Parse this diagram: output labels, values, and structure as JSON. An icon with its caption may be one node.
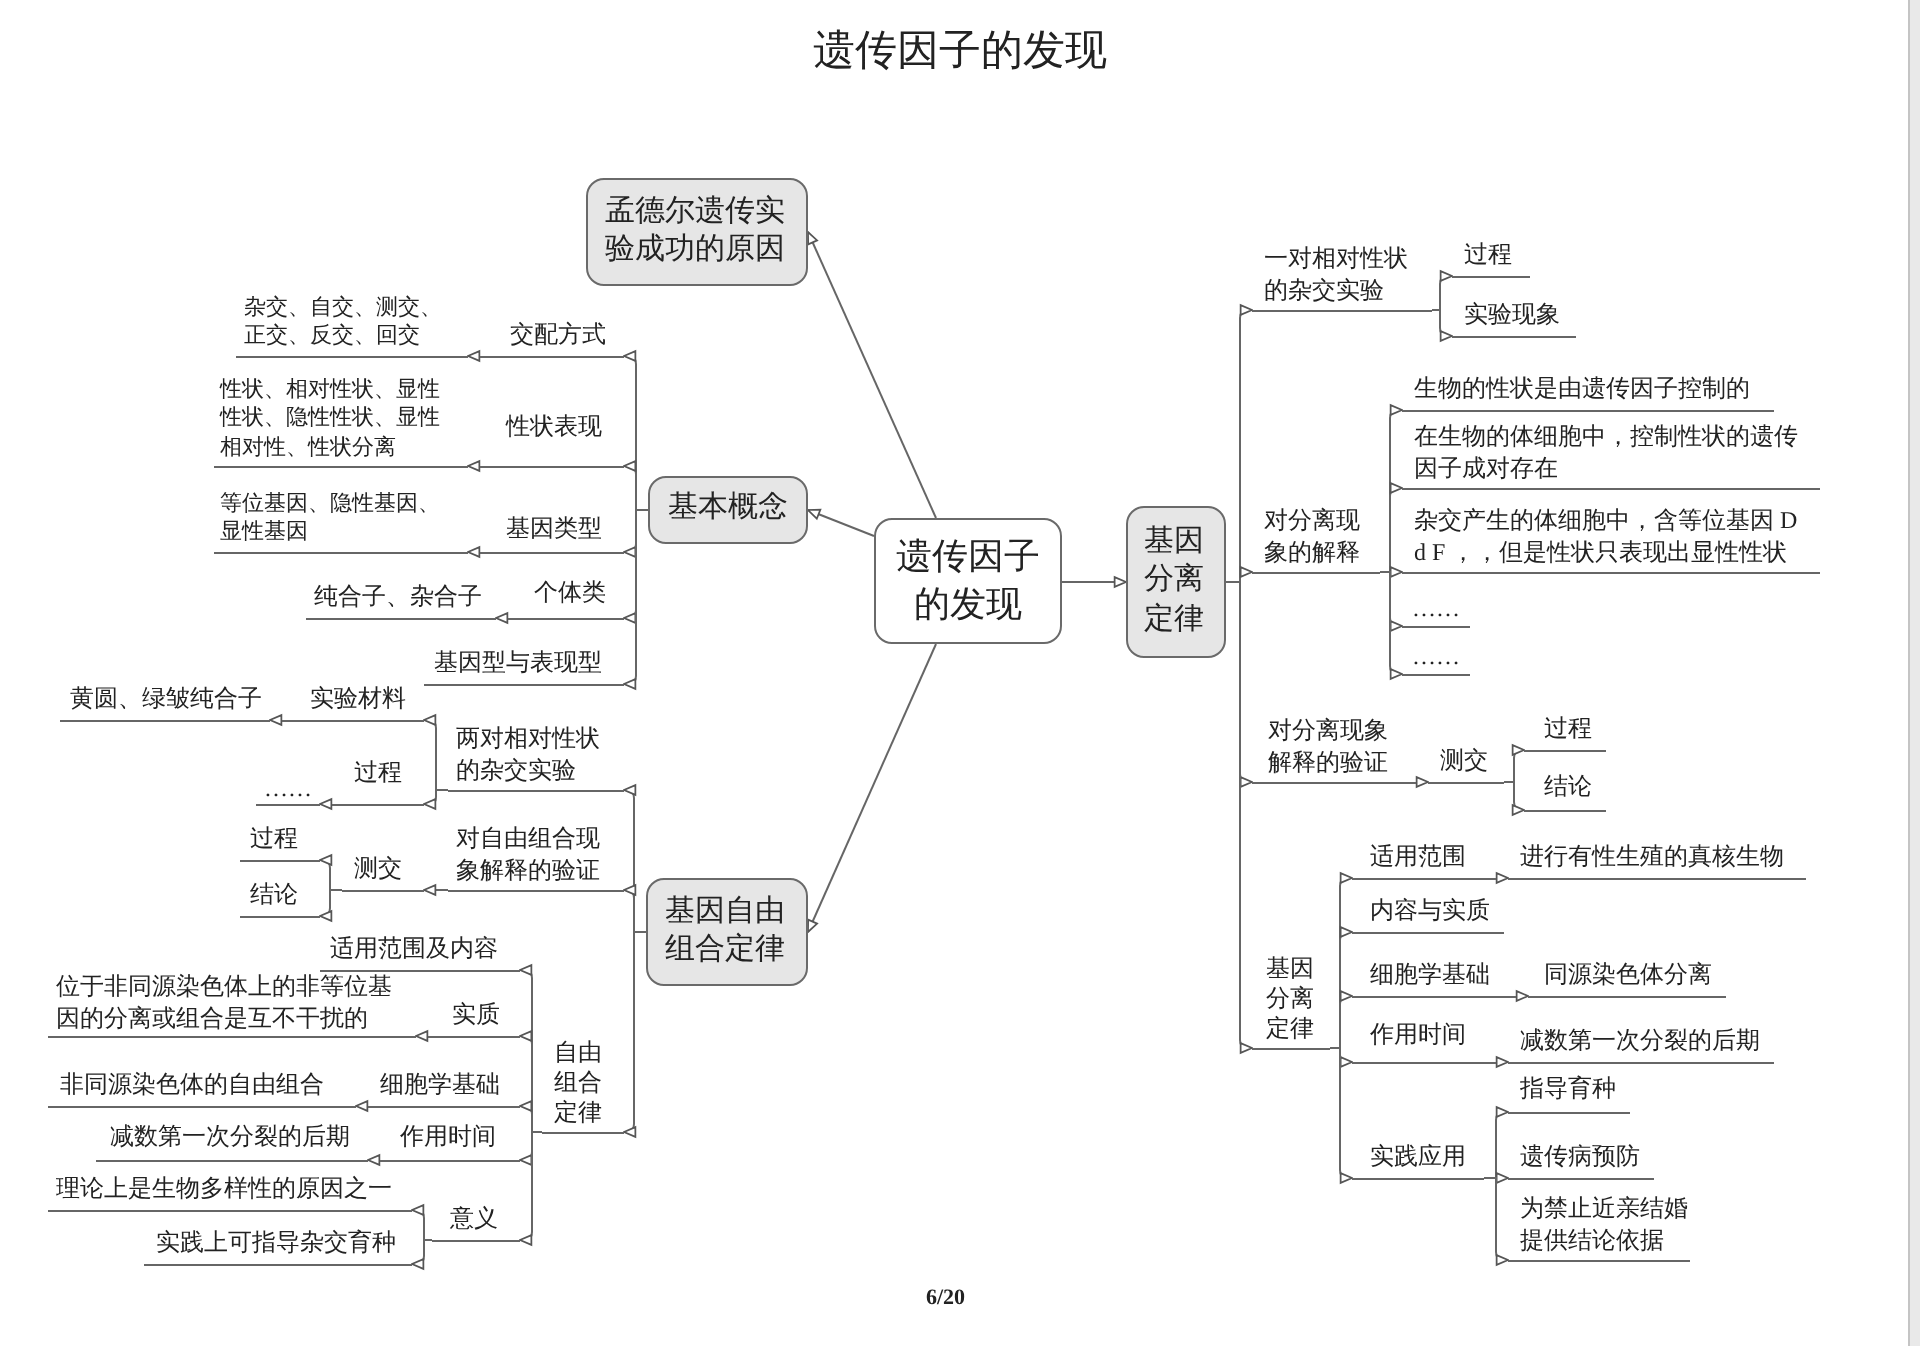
{
  "diagram": {
    "title": "遗传因子的发现",
    "nodes": [
      {
        "text": [
          "遗传因子的发现"
        ]
      },
      {
        "text": [
          "孟德尔遗传实验成功的原因"
        ]
      },
      {
        "text": [
          "基本概念"
        ]
      },
      {
        "text": [
          "交配方式"
        ]
      },
      {
        "text": [
          "杂交、自交、测交、正交、反交、回交"
        ]
      },
      {
        "text": [
          "性状表现"
        ]
      },
      {
        "text": [
          "性状、相对性状、显性性状、隐性性状、显性相对性、性状分离"
        ]
      },
      {
        "text": [
          "基因类型"
        ]
      },
      {
        "text": [
          "等位基因、隐性基因、显性基因"
        ]
      },
      {
        "text": [
          "个体类"
        ]
      },
      {
        "text": [
          "纯合子、杂合子"
        ]
      },
      {
        "text": [
          "基因型与表现型"
        ]
      },
      {
        "text": [
          "基因自由组合定律"
        ]
      },
      {
        "text": [
          "两对相对性状的杂交实验"
        ]
      },
      {
        "text": [
          "实验材料"
        ]
      },
      {
        "text": [
          "黄圆、绿皱纯合子"
        ]
      },
      {
        "text": [
          "过程"
        ]
      },
      {
        "text": [
          "……"
        ]
      },
      {
        "text": [
          "对自由组合现象解释的验证"
        ]
      },
      {
        "text": [
          "测交"
        ]
      },
      {
        "text": [
          "过程"
        ]
      },
      {
        "text": [
          "结论"
        ]
      },
      {
        "text": [
          "自由组合定律"
        ]
      },
      {
        "text": [
          "适用范围及内容"
        ]
      },
      {
        "text": [
          "实质"
        ]
      },
      {
        "text": [
          "位于非同源染色体上的非等位基因的分离或组合是互不干扰的"
        ]
      },
      {
        "text": [
          "细胞学基础"
        ]
      },
      {
        "text": [
          "非同源染色体的自由组合"
        ]
      },
      {
        "text": [
          "作用时间"
        ]
      },
      {
        "text": [
          "减数第一次分裂的后期"
        ]
      },
      {
        "text": [
          "意义"
        ]
      },
      {
        "text": [
          "理论上是生物多样性的原因之一"
        ]
      },
      {
        "text": [
          "实践上可指导杂交育种"
        ]
      },
      {
        "text": [
          "基因分离定律"
        ]
      },
      {
        "text": [
          "一对相对性状的杂交实验"
        ]
      },
      {
        "text": [
          "过程"
        ]
      },
      {
        "text": [
          "实验现象"
        ]
      },
      {
        "text": [
          "对分离现象的解释"
        ]
      },
      {
        "text": [
          "生物的性状是由遗传因子控制的"
        ]
      },
      {
        "text": [
          "在生物的体细胞中，控制性状的遗传因子成对存在"
        ]
      },
      {
        "text": [
          "杂交产生的体细胞中，含等位基因 D d F ，，但是性状只表现出显性性状"
        ]
      },
      {
        "text": [
          "……"
        ]
      },
      {
        "text": [
          "……"
        ]
      },
      {
        "text": [
          "对分离现象解释的验证"
        ]
      },
      {
        "text": [
          "测交"
        ]
      },
      {
        "text": [
          "过程"
        ]
      },
      {
        "text": [
          "结论"
        ]
      },
      {
        "text": [
          "基因分离定律"
        ]
      },
      {
        "text": [
          "适用范围"
        ]
      },
      {
        "text": [
          "进行有性生殖的真核生物"
        ]
      },
      {
        "text": [
          "内容与实质"
        ]
      },
      {
        "text": [
          "细胞学基础"
        ]
      },
      {
        "text": [
          "同源染色体分离"
        ]
      },
      {
        "text": [
          "作用时间"
        ]
      },
      {
        "text": [
          "减数第一次分裂的后期"
        ]
      },
      {
        "text": [
          "实践应用"
        ]
      },
      {
        "text": [
          "指导育种"
        ]
      },
      {
        "text": [
          "遗传病预防"
        ]
      },
      {
        "text": [
          "为禁止近亲结婚提供结论依据"
        ]
      }
    ],
    "edges": [
      {
        "from": 0,
        "to": 1,
        "arrow": "to"
      },
      {
        "from": 0,
        "to": 2,
        "arrow": "to"
      },
      {
        "from": 2,
        "to": 3,
        "arrow": "to"
      },
      {
        "from": 3,
        "to": 4,
        "arrow": "to"
      },
      {
        "from": 2,
        "to": 5,
        "arrow": "to"
      },
      {
        "from": 5,
        "to": 6,
        "arrow": "to"
      },
      {
        "from": 2,
        "to": 7,
        "arrow": "to"
      },
      {
        "from": 7,
        "to": 8,
        "arrow": "to"
      },
      {
        "from": 2,
        "to": 9,
        "arrow": "to"
      },
      {
        "from": 9,
        "to": 10,
        "arrow": "to"
      },
      {
        "from": 2,
        "to": 11,
        "arrow": "to"
      },
      {
        "from": 0,
        "to": 12,
        "arrow": "to"
      },
      {
        "from": 12,
        "to": 13,
        "arrow": "to"
      },
      {
        "from": 13,
        "to": 14,
        "arrow": "to"
      },
      {
        "from": 14,
        "to": 15,
        "arrow": "to"
      },
      {
        "from": 13,
        "to": 16,
        "arrow": "to"
      },
      {
        "from": 16,
        "to": 17,
        "arrow": "to"
      },
      {
        "from": 12,
        "to": 18,
        "arrow": "to"
      },
      {
        "from": 18,
        "to": 19,
        "arrow": "to"
      },
      {
        "from": 19,
        "to": 20,
        "arrow": "to"
      },
      {
        "from": 19,
        "to": 21,
        "arrow": "to"
      },
      {
        "from": 12,
        "to": 22,
        "arrow": "to"
      },
      {
        "from": 22,
        "to": 23,
        "arrow": "to"
      },
      {
        "from": 22,
        "to": 24,
        "arrow": "to"
      },
      {
        "from": 24,
        "to": 25,
        "arrow": "to"
      },
      {
        "from": 22,
        "to": 26,
        "arrow": "to"
      },
      {
        "from": 26,
        "to": 27,
        "arrow": "to"
      },
      {
        "from": 22,
        "to": 28,
        "arrow": "to"
      },
      {
        "from": 28,
        "to": 29,
        "arrow": "to"
      },
      {
        "from": 22,
        "to": 30,
        "arrow": "to"
      },
      {
        "from": 30,
        "to": 31,
        "arrow": "to"
      },
      {
        "from": 30,
        "to": 32,
        "arrow": "to"
      },
      {
        "from": 0,
        "to": 33,
        "arrow": "to"
      },
      {
        "from": 33,
        "to": 34,
        "arrow": "to"
      },
      {
        "from": 34,
        "to": 35,
        "arrow": "to"
      },
      {
        "from": 34,
        "to": 36,
        "arrow": "to"
      },
      {
        "from": 33,
        "to": 37,
        "arrow": "to"
      },
      {
        "from": 37,
        "to": 38,
        "arrow": "to"
      },
      {
        "from": 37,
        "to": 39,
        "arrow": "to"
      },
      {
        "from": 37,
        "to": 40,
        "arrow": "to"
      },
      {
        "from": 37,
        "to": 41,
        "arrow": "to"
      },
      {
        "from": 37,
        "to": 42,
        "arrow": "to"
      },
      {
        "from": 33,
        "to": 43,
        "arrow": "to"
      },
      {
        "from": 43,
        "to": 44,
        "arrow": "to"
      },
      {
        "from": 44,
        "to": 45,
        "arrow": "to"
      },
      {
        "from": 44,
        "to": 46,
        "arrow": "to"
      },
      {
        "from": 33,
        "to": 47,
        "arrow": "to"
      },
      {
        "from": 47,
        "to": 48,
        "arrow": "to"
      },
      {
        "from": 48,
        "to": 49,
        "arrow": "to"
      },
      {
        "from": 47,
        "to": 50,
        "arrow": "to"
      },
      {
        "from": 47,
        "to": 51,
        "arrow": "to"
      },
      {
        "from": 51,
        "to": 52,
        "arrow": "to"
      },
      {
        "from": 47,
        "to": 53,
        "arrow": "to"
      },
      {
        "from": 53,
        "to": 54,
        "arrow": "to"
      },
      {
        "from": 47,
        "to": 55,
        "arrow": "to"
      },
      {
        "from": 55,
        "to": 56,
        "arrow": "to"
      },
      {
        "from": 55,
        "to": 57,
        "arrow": "to"
      },
      {
        "from": 55,
        "to": 58,
        "arrow": "to"
      }
    ],
    "labels": [
      "6/20"
    ]
  }
}
